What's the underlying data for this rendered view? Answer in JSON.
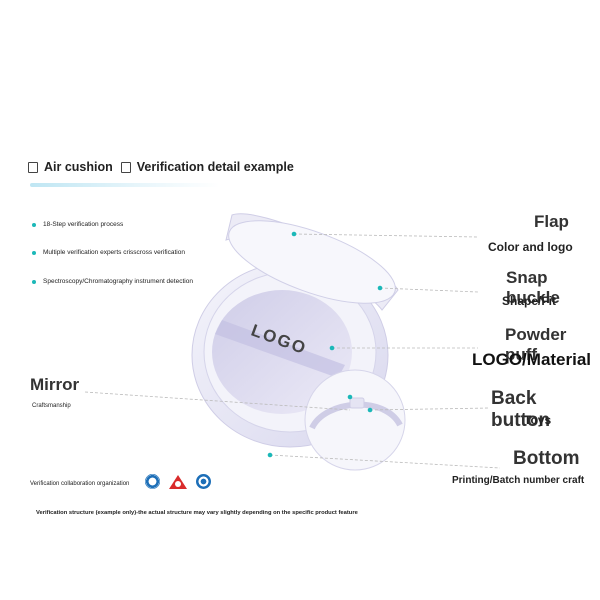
{
  "header": {
    "title_part1": "Air cushion",
    "title_part2": "Verification detail example"
  },
  "features": [
    "18-Step verification process",
    "Multiple verification experts crisscross verification",
    "Spectroscopy/Chromatography instrument detection"
  ],
  "parts": {
    "flap": {
      "name": "Flap",
      "detail": "Color and logo"
    },
    "snap_buckle": {
      "name": "Snap buckle",
      "detail": "Shape/Fit"
    },
    "powder_puff": {
      "name": "Powder puff",
      "detail": "LOGO/Material"
    },
    "mirror": {
      "name": "Mirror",
      "detail": "Craftsmanship"
    },
    "back_button": {
      "name": "Back button",
      "detail": "Toys"
    },
    "bottom": {
      "name": "Bottom",
      "detail": "Printing/Batch number craft"
    }
  },
  "product_logo": "LOGO",
  "collaboration_label": "Verification collaboration organization",
  "footnote": "Verification structure (example only)-the actual structure may vary slightly depending on the specific product feature",
  "colors": {
    "accent": "#1bb8b8",
    "bar": "#bfe6f3",
    "product": "#e4e3f3"
  }
}
